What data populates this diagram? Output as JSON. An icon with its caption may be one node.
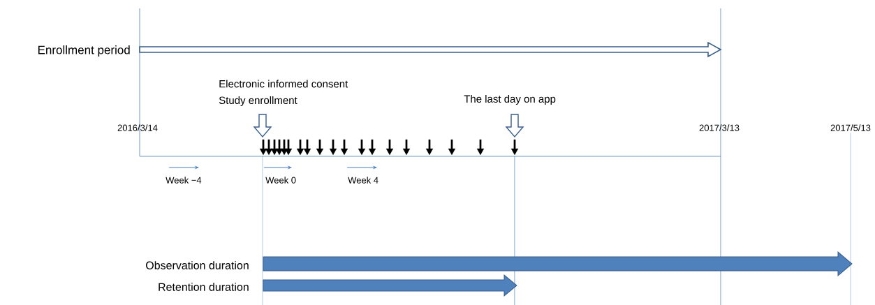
{
  "diagram": {
    "nodes": [
      {
        "text": [],
        "shape": "arrow",
        "beside": [
          "Enrollment period"
        ]
      },
      {
        "text": [],
        "shape": "arrow",
        "beside": [
          "Observation duration"
        ]
      },
      {
        "text": [],
        "shape": "arrow",
        "beside": [
          "Retention duration"
        ]
      }
    ],
    "labels": [
      "Electronic informed consent",
      "Study enrollment",
      "2016/3/14",
      "The last day on app",
      "2017/3/13",
      "2017/5/13",
      "Week −4",
      "Week 0",
      "Week 4"
    ]
  }
}
